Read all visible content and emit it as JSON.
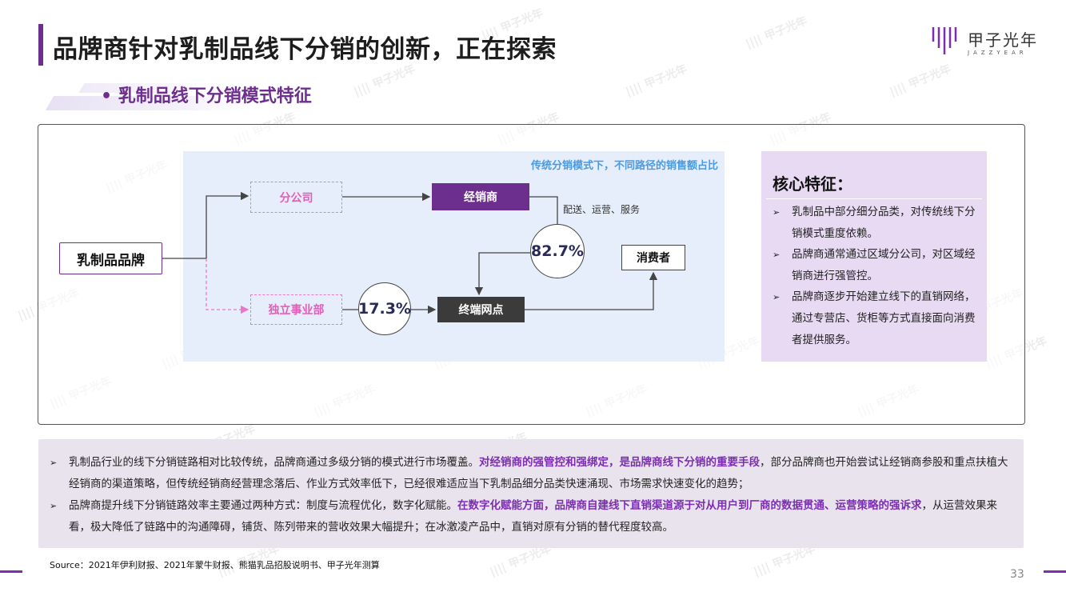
{
  "header": {
    "title": "品牌商针对乳制品线下分销的创新，正在探索",
    "logo_cn": "甲子光年",
    "logo_en": "JAZZYEAR"
  },
  "subtitle": "• 乳制品线下分销模式特征",
  "diagram": {
    "caption": "传统分销模式下，不同路径的销售额占比",
    "nodes": {
      "brand": "乳制品品牌",
      "branch": "分公司",
      "direct": "独立事业部",
      "dealer": "经销商",
      "terminal": "终端网点",
      "consumer": "消费者"
    },
    "pct_dealer": "82.7%",
    "pct_direct": "17.3%",
    "delivery_label": "配送、运营、服务"
  },
  "core": {
    "title": "核心特征：",
    "bullet": "➢",
    "features": [
      "乳制品中部分细分品类，对传统线下分销模式重度依赖。",
      "品牌商通常通过区域分公司，对区域经销商进行强管控。",
      "品牌商逐步开始建立线下的直销网络，通过专营店、货柜等方式直接面向消费者提供服务。"
    ]
  },
  "summary": {
    "bullet": "➢",
    "p1_a": "乳制品行业的线下分销链路相对比较传统，品牌商通过多级分销的模式进行市场覆盖。",
    "p1_hl": "对经销商的强管控和强绑定，是品牌商线下分销的重要手段",
    "p1_b": "，部分品牌商也开始尝试让经销商参股和重点扶植大经销商的渠道策略，但传统经销商经营理念落后、作业方式效率低下，已经很难适应当下乳制品细分品类快速涌现、市场需求快速变化的趋势；",
    "p2_a": "品牌商提升线下分销链路效率主要通过两种方式：制度与流程优化，数字化赋能。",
    "p2_hl": "在数字化赋能方面，品牌商自建线下直销渠道源于对从用户到厂商的数据贯通、运营策略的强诉求",
    "p2_b": "，从运营效果来看，极大降低了链路中的沟通障碍，铺货、陈列带来的营收效果大幅提升；在冰激凌产品中，直销对原有分销的替代程度较高。"
  },
  "source": "Source：2021年伊利财报、2021年蒙牛财报、熊猫乳品招股说明书、甲子光年测算",
  "page_number": "33",
  "colors": {
    "accent": "#6d2f8e",
    "highlight": "#7b2fb0",
    "dashed": "#e879c8",
    "caption": "#4a9be0"
  }
}
